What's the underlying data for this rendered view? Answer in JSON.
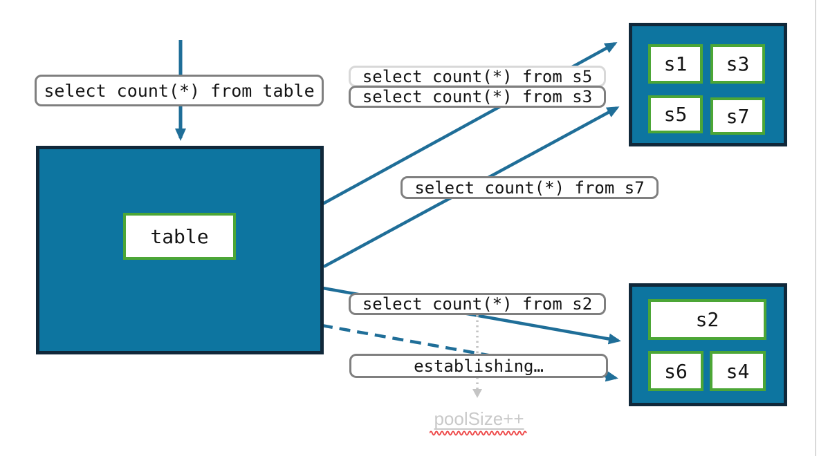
{
  "colors": {
    "shard_container_fill": "#0D75A0",
    "shard_container_border": "#10283A",
    "shard_border_green": "#4CA636",
    "arrow_teal": "#1F6E98",
    "label_border_gray": "#7F7F7F",
    "label_border_light": "#D8D8D8",
    "muted_gray": "#C9C9C9",
    "squiggle_red": "#EE4B4B",
    "slide_edge_gray": "#D9D9D9"
  },
  "source_table": {
    "label": "table",
    "query": "select count(*) from table"
  },
  "shard_groups": [
    {
      "shards": [
        "s1",
        "s3",
        "s5",
        "s7"
      ]
    },
    {
      "shards": [
        "s2",
        "s6",
        "s4"
      ]
    }
  ],
  "query_labels": {
    "s5": "select count(*) from s5",
    "s3": "select count(*) from s3",
    "s7": "select count(*) from s7",
    "s2": "select count(*) from s2"
  },
  "status_labels": {
    "establishing": "establishing…",
    "pool_size": "poolSize++"
  }
}
